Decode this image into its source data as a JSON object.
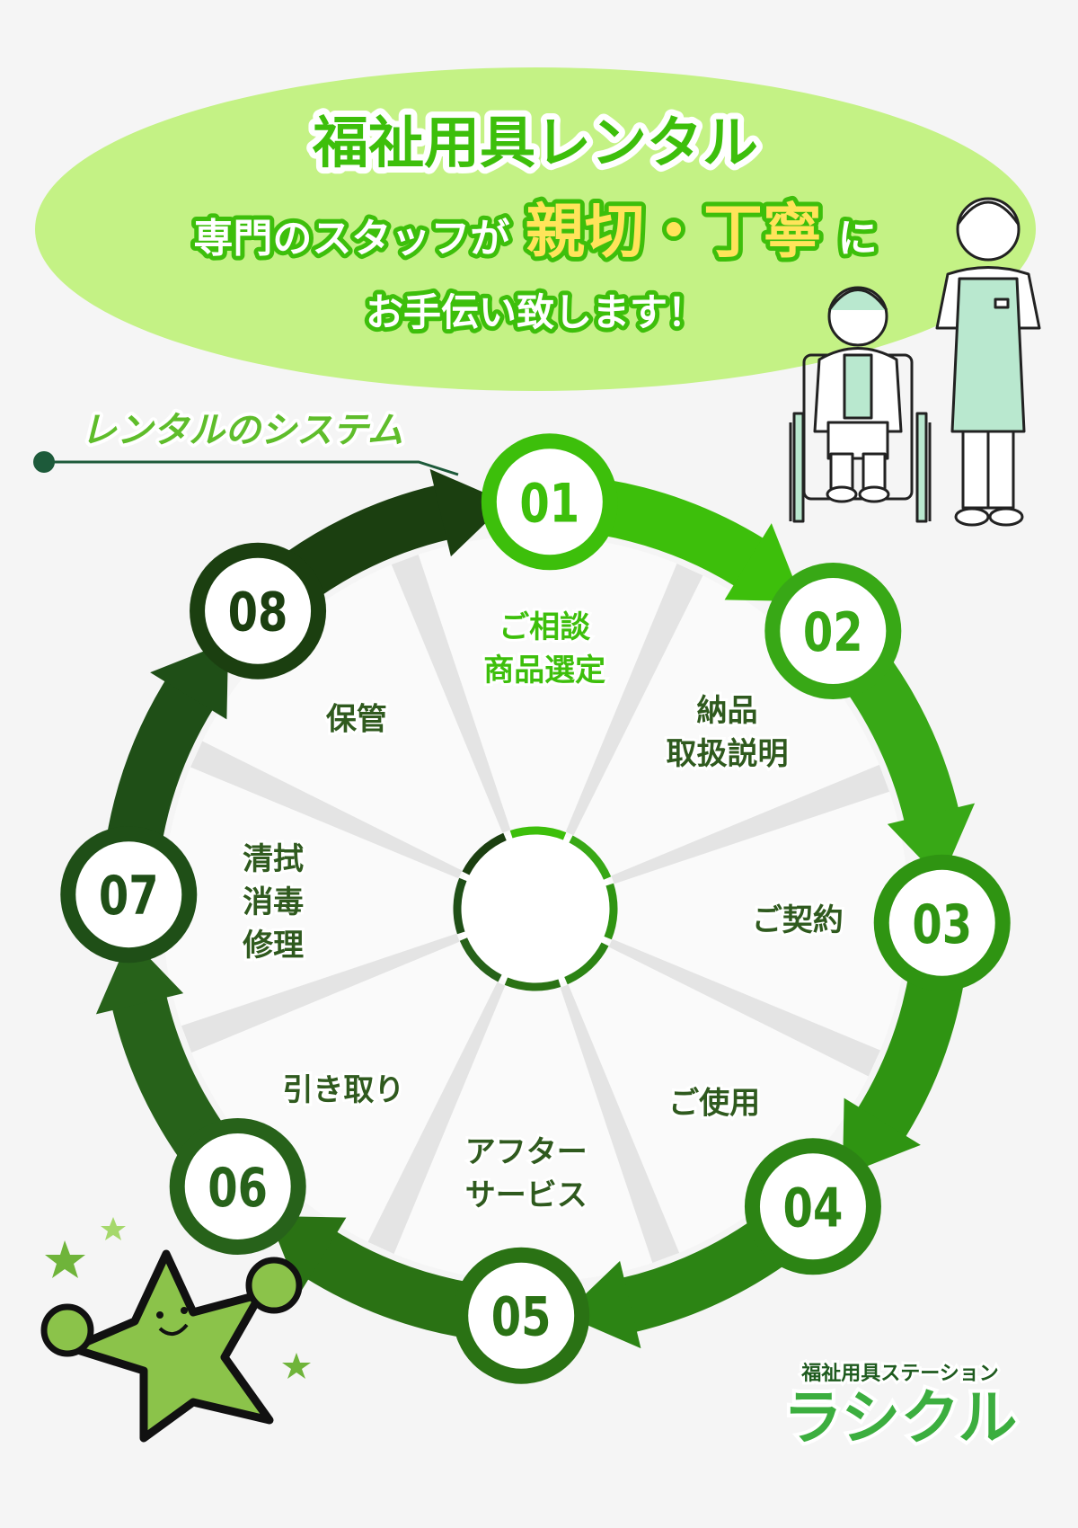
{
  "header": {
    "line1": "福祉用具レンタル",
    "line2_a": "専門のスタッフが",
    "line2_b": "親切・丁寧",
    "line2_c": "に",
    "line3": "お手伝い致します！"
  },
  "section_heading": "レンタルのシステム",
  "steps": [
    {
      "num": "01",
      "lines": [
        "ご相談",
        "商品選定"
      ]
    },
    {
      "num": "02",
      "lines": [
        "納品",
        "取扱説明"
      ]
    },
    {
      "num": "03",
      "lines": [
        "ご契約"
      ]
    },
    {
      "num": "04",
      "lines": [
        "ご使用"
      ]
    },
    {
      "num": "05",
      "lines": [
        "アフター",
        "サービス"
      ]
    },
    {
      "num": "06",
      "lines": [
        "引き取り"
      ]
    },
    {
      "num": "07",
      "lines": [
        "清拭",
        "消毒",
        "修理"
      ]
    },
    {
      "num": "08",
      "lines": [
        "保管"
      ]
    }
  ],
  "colors": [
    "#3dbf0b",
    "#38a816",
    "#2f9412",
    "#2c8414",
    "#2a7214",
    "#27621a",
    "#1f4f17",
    "#1b3f10"
  ],
  "logo": {
    "sub": "福祉用具ステーション",
    "main": "ラシクル"
  }
}
